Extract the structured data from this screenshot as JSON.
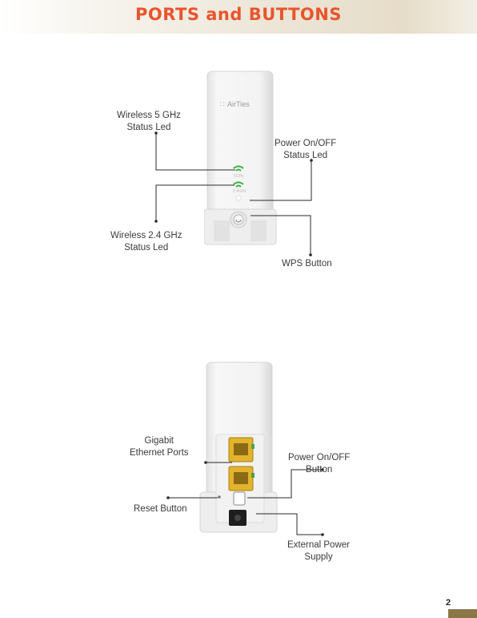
{
  "header": {
    "title": "PORTS and BUTTONS"
  },
  "device_front": {
    "brand": "AirTies",
    "led_caption_5ghz": "5GHz",
    "led_caption_24ghz": "2.4GHz"
  },
  "front_callouts": {
    "wireless_5ghz": [
      "Wireless 5 GHz",
      "Status Led"
    ],
    "power_led": [
      "Power On/OFF",
      "Status Led"
    ],
    "wireless_24ghz": [
      "Wireless 2.4 GHz",
      "Status Led"
    ],
    "wps": [
      "WPS Button"
    ]
  },
  "back_callouts": {
    "ethernet": [
      "Gigabit",
      "Ethernet Ports"
    ],
    "power_button": [
      "Power On/OFF",
      "Button"
    ],
    "reset": [
      "Reset Button"
    ],
    "power_supply": [
      "External Power",
      "Supply"
    ]
  },
  "footer": {
    "page_number": "2"
  },
  "colors": {
    "title": "#e8552d",
    "accent_tab": "#8b7648",
    "ethernet_port": "#e2b32c"
  }
}
